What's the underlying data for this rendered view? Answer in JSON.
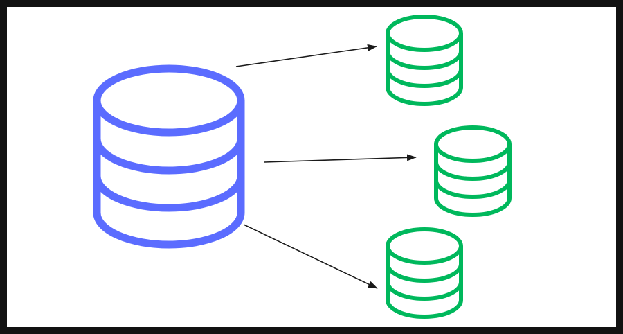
{
  "diagram": {
    "colors": {
      "frame": "#121212",
      "canvas": "#ffffff",
      "source_db": "#5B6CFF",
      "replica_db": "#00B85C",
      "arrow": "#1a1a1a"
    },
    "nodes": [
      {
        "id": "source",
        "icon": "database-icon",
        "role": "source"
      },
      {
        "id": "replica-1",
        "icon": "database-icon",
        "role": "replica"
      },
      {
        "id": "replica-2",
        "icon": "database-icon",
        "role": "replica"
      },
      {
        "id": "replica-3",
        "icon": "database-icon",
        "role": "replica"
      }
    ],
    "edges": [
      {
        "from": "source",
        "to": "replica-1"
      },
      {
        "from": "source",
        "to": "replica-2"
      },
      {
        "from": "source",
        "to": "replica-3"
      }
    ]
  }
}
